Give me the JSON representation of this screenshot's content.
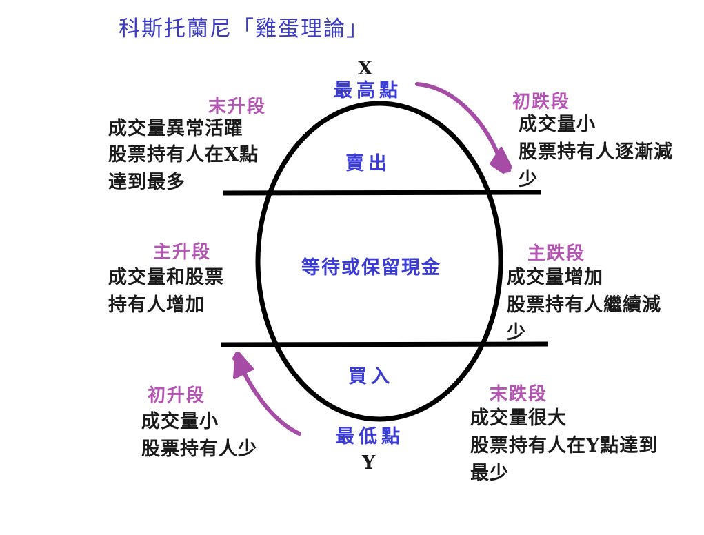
{
  "page": {
    "title": "科斯托蘭尼「雞蛋理論」",
    "background_color": "#ffffff"
  },
  "colors": {
    "title": "#3b3bc4",
    "stage_header": "#b455b4",
    "body_text": "#1a1a1a",
    "inner_label": "#3b3bd6",
    "arrow": "#a64ca6",
    "shape_outline": "#000000"
  },
  "diagram": {
    "top_point": {
      "letter": "X",
      "label": "最高點"
    },
    "bottom_point": {
      "letter": "Y",
      "label": "最低點"
    },
    "inner_labels": {
      "top": "賣出",
      "middle": "等待或保留現金",
      "bottom": "買入"
    },
    "stages": [
      {
        "id": "late-rise",
        "header": "末升段",
        "lines": [
          "成交量異常活躍",
          "股票持有人在X點",
          "達到最多"
        ],
        "position": "top-left"
      },
      {
        "id": "early-fall",
        "header": "初跌段",
        "lines": [
          "成交量小",
          "股票持有人逐漸減",
          "少"
        ],
        "position": "top-right"
      },
      {
        "id": "main-rise",
        "header": "主升段",
        "lines": [
          "成交量和股票",
          "持有人增加"
        ],
        "position": "middle-left"
      },
      {
        "id": "main-fall",
        "header": "主跌段",
        "lines": [
          "成交量增加",
          "股票持有人繼續減",
          "少"
        ],
        "position": "middle-right"
      },
      {
        "id": "early-rise",
        "header": "初升段",
        "lines": [
          "成交量小",
          "股票持有人少"
        ],
        "position": "bottom-left"
      },
      {
        "id": "late-fall",
        "header": "末跌段",
        "lines": [
          "成交量很大",
          "股票持有人在Y點達到",
          "最少"
        ],
        "position": "bottom-right"
      }
    ],
    "arrows": [
      {
        "id": "descend-arrow",
        "direction": "down-right",
        "from": "top-of-egg",
        "to": "early-fall-stage"
      },
      {
        "id": "ascend-arrow",
        "direction": "up-left",
        "from": "bottom-of-egg",
        "to": "early-rise-stage"
      }
    ]
  }
}
